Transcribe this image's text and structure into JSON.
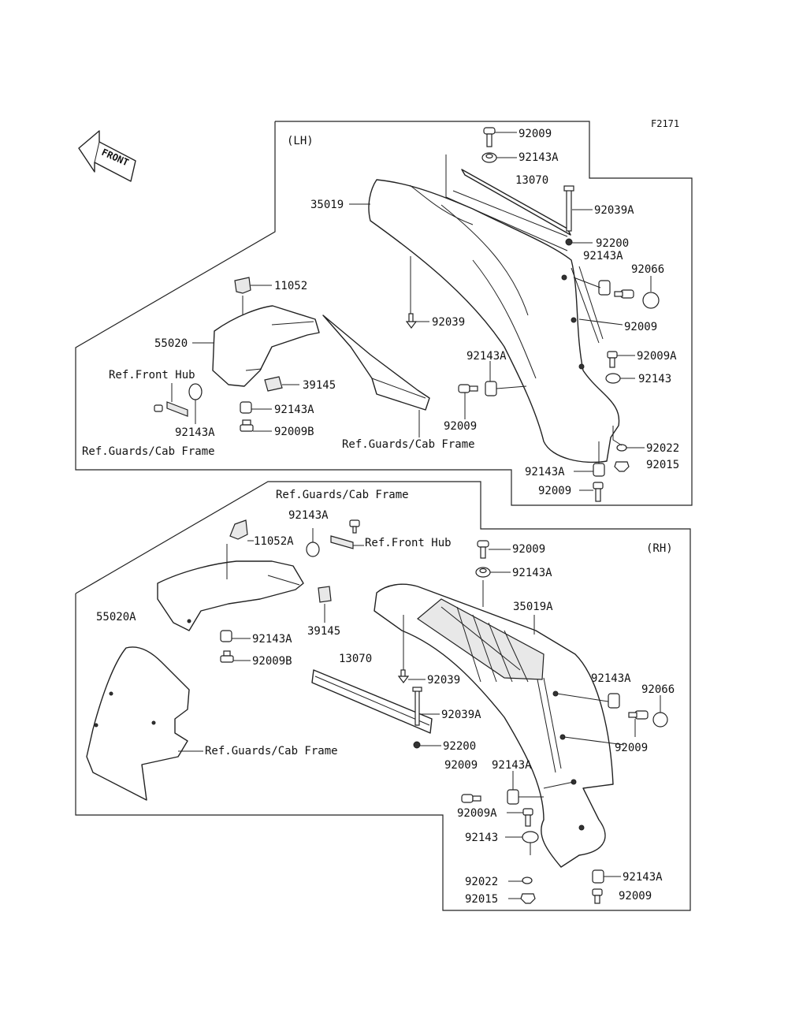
{
  "figure_code": "F2171",
  "front_arrow": "FRONT",
  "lh_title": "(LH)",
  "rh_title": "(RH)",
  "labels": {
    "lh_92009_top": "92009",
    "lh_92143A_top": "92143A",
    "lh_13070": "13070",
    "lh_92039A": "92039A",
    "lh_35019": "35019",
    "lh_92200": "92200",
    "lh_92143A_side": "92143A",
    "lh_92066": "92066",
    "lh_11052": "11052",
    "lh_92039": "92039",
    "lh_92009_side": "92009",
    "lh_55020": "55020",
    "lh_92143A_mid": "92143A",
    "lh_92009A": "92009A",
    "lh_ref_front_hub": "Ref.Front Hub",
    "lh_39145": "39145",
    "lh_92143": "92143",
    "lh_92143A_ll": "92143A",
    "lh_92009_mid": "92009",
    "lh_92143A_l2": "92143A",
    "lh_92009B": "92009B",
    "lh_ref_guards_1": "Ref.Guards/Cab Frame",
    "lh_ref_guards_2": "Ref.Guards/Cab Frame",
    "lh_92022": "92022",
    "lh_92015": "92015",
    "lh_92143A_bot": "92143A",
    "lh_92009_bot": "92009",
    "rh_ref_guards_top": "Ref.Guards/Cab Frame",
    "rh_92143A_a": "92143A",
    "rh_11052A": "11052A",
    "rh_ref_front_hub": "Ref.Front Hub",
    "rh_92009_top": "92009",
    "rh_92143A_top": "92143A",
    "rh_35019A": "35019A",
    "rh_55020A": "55020A",
    "rh_92143A_b": "92143A",
    "rh_39145": "39145",
    "rh_92009B": "92009B",
    "rh_13070": "13070",
    "rh_92039": "92039",
    "rh_92143A_side": "92143A",
    "rh_92066": "92066",
    "rh_92039A": "92039A",
    "rh_92009_side": "92009",
    "rh_ref_guards_bot": "Ref.Guards/Cab Frame",
    "rh_92200": "92200",
    "rh_92009_m": "92009",
    "rh_92143A_m": "92143A",
    "rh_92009A": "92009A",
    "rh_92143": "92143",
    "rh_92022": "92022",
    "rh_92143A_bot": "92143A",
    "rh_92015": "92015",
    "rh_92009_bot": "92009"
  }
}
